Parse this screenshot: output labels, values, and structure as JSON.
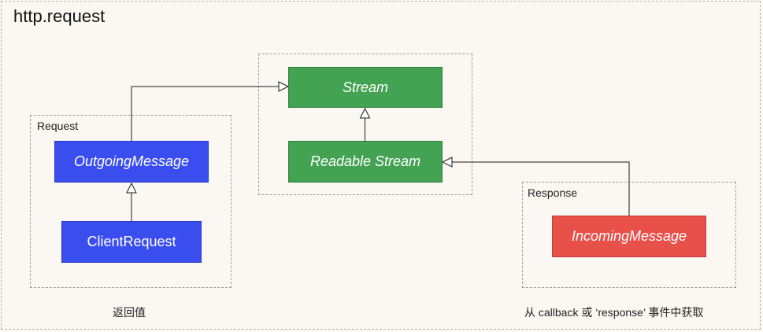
{
  "title": "http.request",
  "groups": {
    "request": {
      "label": "Request"
    },
    "response": {
      "label": "Response"
    }
  },
  "nodes": {
    "stream": {
      "label": "Stream",
      "color": "#43a353"
    },
    "readable_stream": {
      "label": "Readable Stream",
      "color": "#43a353"
    },
    "outgoing_message": {
      "label": "OutgoingMessage",
      "color": "#3a4ef0"
    },
    "client_request": {
      "label": "ClientRequest",
      "color": "#3a4ef0"
    },
    "incoming_message": {
      "label": "IncomingMessage",
      "color": "#e8504a"
    }
  },
  "notes": {
    "request_note": "返回值",
    "response_note": "从 callback 或 ‘response’ 事件中获取"
  },
  "edges": [
    {
      "from": "OutgoingMessage",
      "to": "Stream",
      "type": "inheritance"
    },
    {
      "from": "Readable Stream",
      "to": "Stream",
      "type": "inheritance"
    },
    {
      "from": "ClientRequest",
      "to": "OutgoingMessage",
      "type": "inheritance"
    },
    {
      "from": "IncomingMessage",
      "to": "Readable Stream",
      "type": "inheritance"
    }
  ]
}
